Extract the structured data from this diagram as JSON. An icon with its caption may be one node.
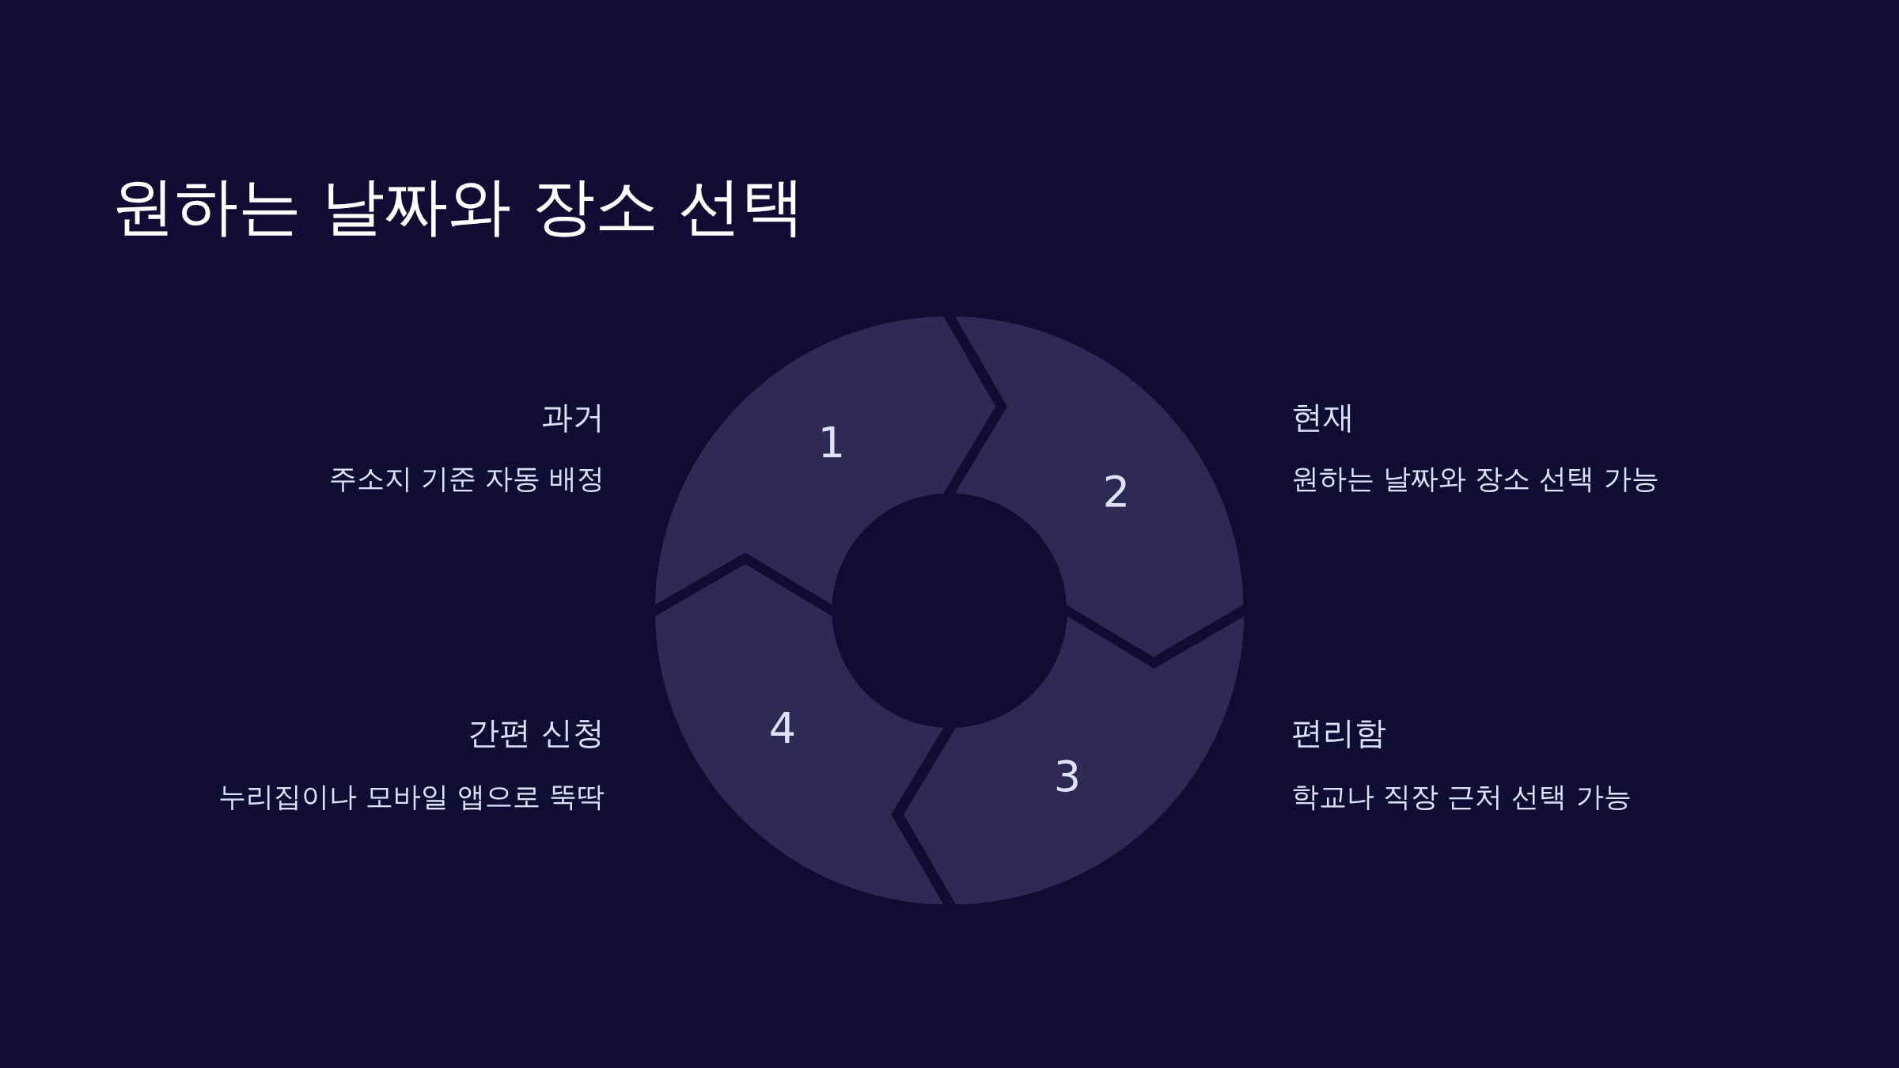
{
  "diagram": {
    "title": "원하는 날짜와 장소 선택",
    "nodes": [
      {
        "text": [
          "1"
        ],
        "beside": [
          "과거",
          "주소지 기준 자동 배정"
        ]
      },
      {
        "text": [
          "2"
        ],
        "beside": [
          "현재",
          "원하는 날짜와 장소 선택 가능"
        ]
      },
      {
        "text": [
          "3"
        ],
        "beside": [
          "편리함",
          "학교나 직장 근처 선택 가능"
        ]
      },
      {
        "text": [
          "4"
        ],
        "beside": [
          "간편 신청",
          "누리집이나 모바일 앱으로 뚝딱"
        ]
      }
    ]
  }
}
